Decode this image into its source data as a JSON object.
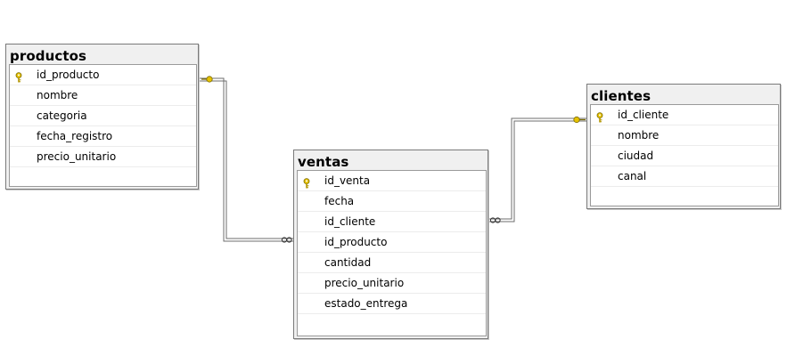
{
  "colors": {
    "key": "#e6c200",
    "line": "#6e6e6e"
  },
  "tables": {
    "productos": {
      "title": "productos",
      "columns": [
        "id_producto",
        "nombre",
        "categoria",
        "fecha_registro",
        "precio_unitario"
      ],
      "primary_key": "id_producto"
    },
    "ventas": {
      "title": "ventas",
      "columns": [
        "id_venta",
        "fecha",
        "id_cliente",
        "id_producto",
        "cantidad",
        "precio_unitario",
        "estado_entrega"
      ],
      "primary_key": "id_venta"
    },
    "clientes": {
      "title": "clientes",
      "columns": [
        "id_cliente",
        "nombre",
        "ciudad",
        "canal"
      ],
      "primary_key": "id_cliente"
    }
  },
  "relationships": [
    {
      "from": "ventas.id_producto",
      "to": "productos.id_producto",
      "type": "many-to-one"
    },
    {
      "from": "ventas.id_cliente",
      "to": "clientes.id_cliente",
      "type": "many-to-one"
    }
  ]
}
